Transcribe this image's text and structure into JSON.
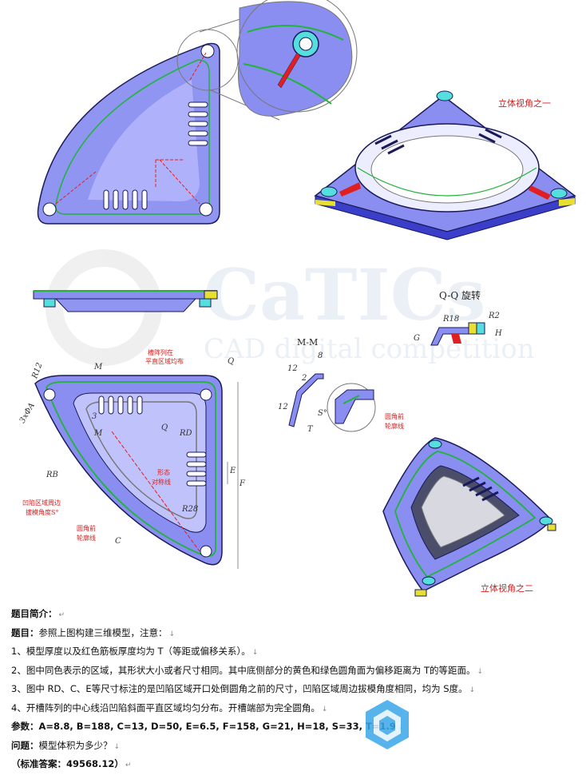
{
  "views": {
    "iso_view_1_label": "立体视角之一",
    "iso_view_2_label": "立体视角之二",
    "qq_rotate_label": "Q-Q 旋转",
    "mm_label": "M-M"
  },
  "annotations": {
    "slot_array_note_line1": "槽阵列在",
    "slot_array_note_line2": "平直区域均布",
    "shape_sym_line1": "形态",
    "shape_sym_line2": "对称线",
    "recess_draft_line1": "凹陷区域周边",
    "recess_draft_line2": "拔模角度S°",
    "fillet_pre_line1": "圆角前",
    "fillet_pre_line2": "轮廓线",
    "fillet_pre2_line1": "圆角前",
    "fillet_pre2_line2": "轮廓线"
  },
  "dimensions": {
    "r12": "R12",
    "phi_a": "3xΦA",
    "rb": "RB",
    "rd": "RD",
    "r28": "R28",
    "c": "C",
    "e": "E",
    "f": "F",
    "m": "M",
    "q": "Q",
    "eight": "8",
    "twelve": "12",
    "twelve_b": "12",
    "three": "3",
    "two": "2",
    "s": "S°",
    "t": "T",
    "g": "G",
    "h": "H",
    "r18": "R18",
    "r2": "R2"
  },
  "watermark": {
    "brand": "CaTICs",
    "tagline": "CAD digital competition"
  },
  "text": {
    "intro_title": "题目简介：",
    "topic_label": "题目：",
    "topic_text": "参照上图构建三维模型，注意：",
    "item1": "1、模型厚度以及红色筋板厚度均为 T（等距或偏移关系）。",
    "item2": "2、图中同色表示的区域，其形状大小或者尺寸相同。其中底侧部分的黄色和绿色圆角面为偏移距离为 T的等距面。",
    "item3": "3、图中 RD、C、E等尺寸标注的是凹陷区域开口处倒圆角之前的尺寸，凹陷区域周边拔模角度相同，均为 S度。",
    "item4": "4、开槽阵列的中心线沿凹陷斜面平直区域均匀分布。开槽端部为完全圆角。",
    "params_label": "参数：",
    "params_text": "A=8.8, B=188, C=13, D=50, E=6.5, F=158, G=21, H=18, S=33, T=1.9",
    "question_label": "问题：",
    "question_text": "模型体积为多少？",
    "answer_text": "（标准答案：49568.12）"
  },
  "colors": {
    "blue_face": "#8a8ef0",
    "light_blue": "#c5c8fb",
    "green_edge": "#1fb43a",
    "cyan": "#55dede",
    "red": "#e02020",
    "yellow": "#e8e030",
    "outline": "#1a1a5a"
  }
}
